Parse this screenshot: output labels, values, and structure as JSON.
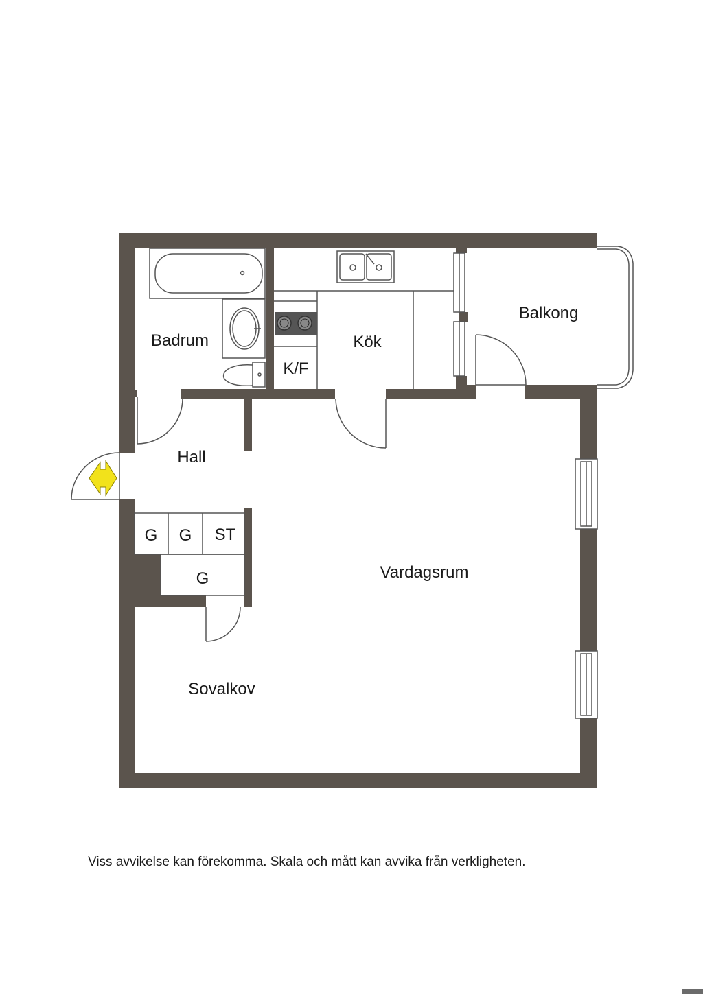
{
  "rooms": {
    "badrum": "Badrum",
    "kok": "Kök",
    "kf": "K/F",
    "balkong": "Balkong",
    "hall": "Hall",
    "g1": "G",
    "g2": "G",
    "st": "ST",
    "g3": "G",
    "vardagsrum": "Vardagsrum",
    "sovalkov": "Sovalkov"
  },
  "disclaimer": "Viss avvikelse kan förekomma. Skala och mått kan avvika från verkligheten.",
  "colors": {
    "wall": "#5b544d",
    "line": "#555555",
    "entrance_arrow": "#f2e21b",
    "background": "#ffffff"
  }
}
